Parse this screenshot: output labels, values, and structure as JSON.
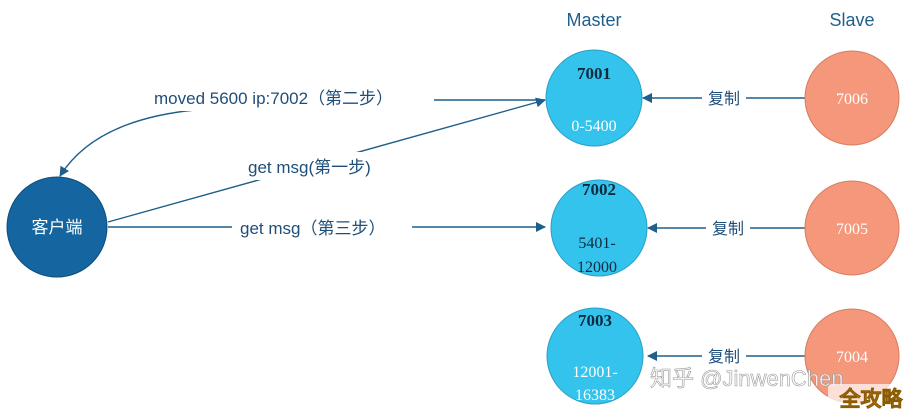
{
  "header": {
    "master": "Master",
    "slave": "Slave"
  },
  "client": {
    "label": "客户端",
    "color": "#1565a0"
  },
  "colors": {
    "master_fill": "#33c3ec",
    "master_stroke": "#2a9fc8",
    "slave_fill": "#f4977a",
    "slave_stroke": "#d77c60",
    "line": "#1f5f8b",
    "text": "#1f4e79"
  },
  "masters": [
    {
      "id": "7001",
      "range_line1": "0-5400",
      "range_line2": ""
    },
    {
      "id": "7002",
      "range_line1": "5401-",
      "range_line2": "12000"
    },
    {
      "id": "7003",
      "range_line1": "12001-",
      "range_line2": "16383"
    }
  ],
  "slaves": [
    {
      "id": "7006"
    },
    {
      "id": "7005"
    },
    {
      "id": "7004"
    }
  ],
  "replicate_label": "复制",
  "edges": {
    "step1": "get  msg(第一步)",
    "step2": "moved 5600 ip:7002（第二步）",
    "step3": "get  msg（第三步）"
  },
  "watermark": {
    "site": "知乎 @JinwenChen",
    "corner": "全攻略"
  }
}
